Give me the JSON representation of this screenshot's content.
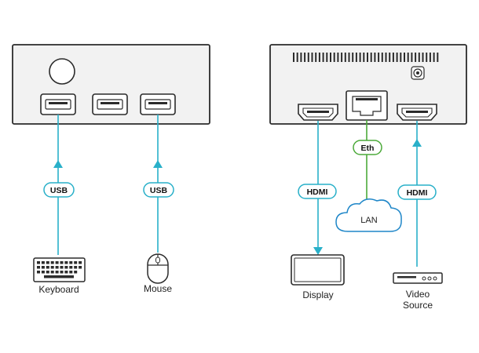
{
  "left_unit": {
    "ports": [
      "usb-port-1",
      "usb-port-2",
      "usb-port-3"
    ],
    "connections": [
      {
        "cable": "USB",
        "device": "Keyboard"
      },
      {
        "cable": "USB",
        "device": "Mouse"
      }
    ]
  },
  "right_unit": {
    "hdmi_out": {
      "cable": "HDMI",
      "device": "Display"
    },
    "ethernet": {
      "cable": "Eth",
      "network": "LAN"
    },
    "hdmi_in": {
      "cable": "HDMI",
      "device_line1": "Video",
      "device_line2": "Source"
    }
  },
  "colors": {
    "device_stroke": "#2b2b2b",
    "device_fill": "#f2f2f2",
    "usb_hdmi_line": "#29b0c9",
    "ethernet_line": "#4caa3a",
    "cloud_stroke": "#1e86c8"
  },
  "icons": [
    "power-button-icon",
    "usb-port-icon",
    "hdmi-port-icon",
    "rj45-port-icon",
    "keyboard-icon",
    "mouse-icon",
    "monitor-icon",
    "media-player-icon",
    "cloud-icon",
    "arrow-icon"
  ]
}
